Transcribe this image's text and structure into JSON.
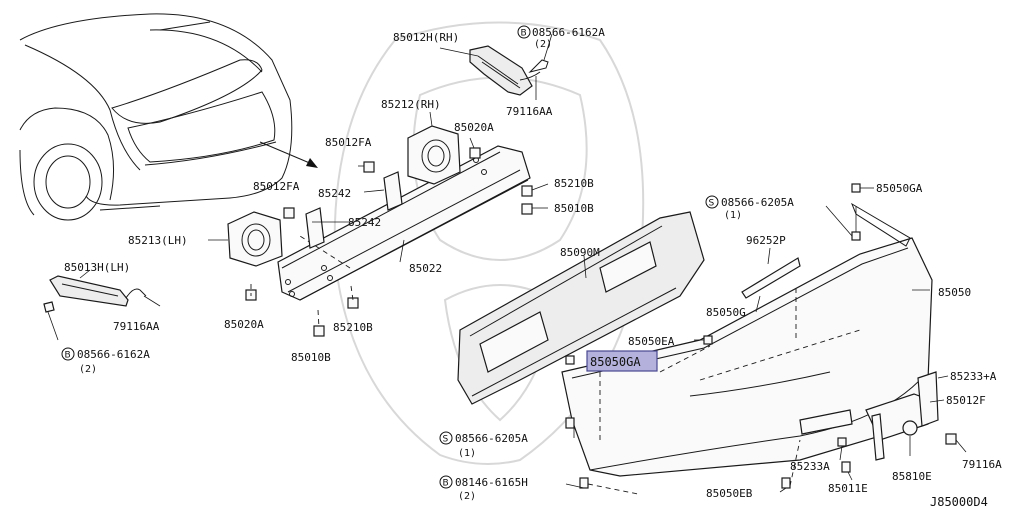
{
  "labels": {
    "p85012h_rh": "85012H(RH)",
    "bolt_top_code": "08566-6162A",
    "bolt_top_qty": "(2)",
    "p79116aa_top": "79116AA",
    "p85212_rh": "85212(RH)",
    "p85020a_top": "85020A",
    "p85012fa_top": "85012FA",
    "p85012fa_mid": "85012FA",
    "p85242_top": "85242",
    "p85242_mid": "85242",
    "p85210b_right": "85210B",
    "p85010b_right": "85010B",
    "p85213_lh": "85213(LH)",
    "p85022": "85022",
    "p85013h_lh": "85013H(LH)",
    "p79116aa_left": "79116AA",
    "p85020a_bottom": "85020A",
    "p85210b_bottom": "85210B",
    "p85010b_bottom": "85010B",
    "bolt_left_code": "08566-6162A",
    "bolt_left_qty": "(2)",
    "p85090m": "85090M",
    "p85050ga_top": "85050GA",
    "screw_right_code": "08566-6205A",
    "screw_right_qty": "(1)",
    "p96252p": "96252P",
    "p85050g": "85050G",
    "p85050": "85050",
    "p85050ea": "85050EA",
    "p85050ga_highlight": "85050GA",
    "p85233a_plus": "85233+A",
    "p85012f": "85012F",
    "screw_bottom_code": "08566-6205A",
    "screw_bottom_qty": "(1)",
    "p85233a": "85233A",
    "p79116a": "79116A",
    "p85810e": "85810E",
    "bolt_bottom_code": "08146-6165H",
    "bolt_bottom_qty": "(2)",
    "p85011e": "85011E",
    "p85050eb": "85050EB",
    "diagram_code": "J85000D4"
  },
  "symbols": {
    "bolt_symbol": "B",
    "screw_symbol": "S"
  },
  "colors": {
    "highlight_fill": "#b4b2dc",
    "highlight_stroke": "#4a478f",
    "line": "#1a1a1a",
    "watermark": "#d8d8d8"
  }
}
